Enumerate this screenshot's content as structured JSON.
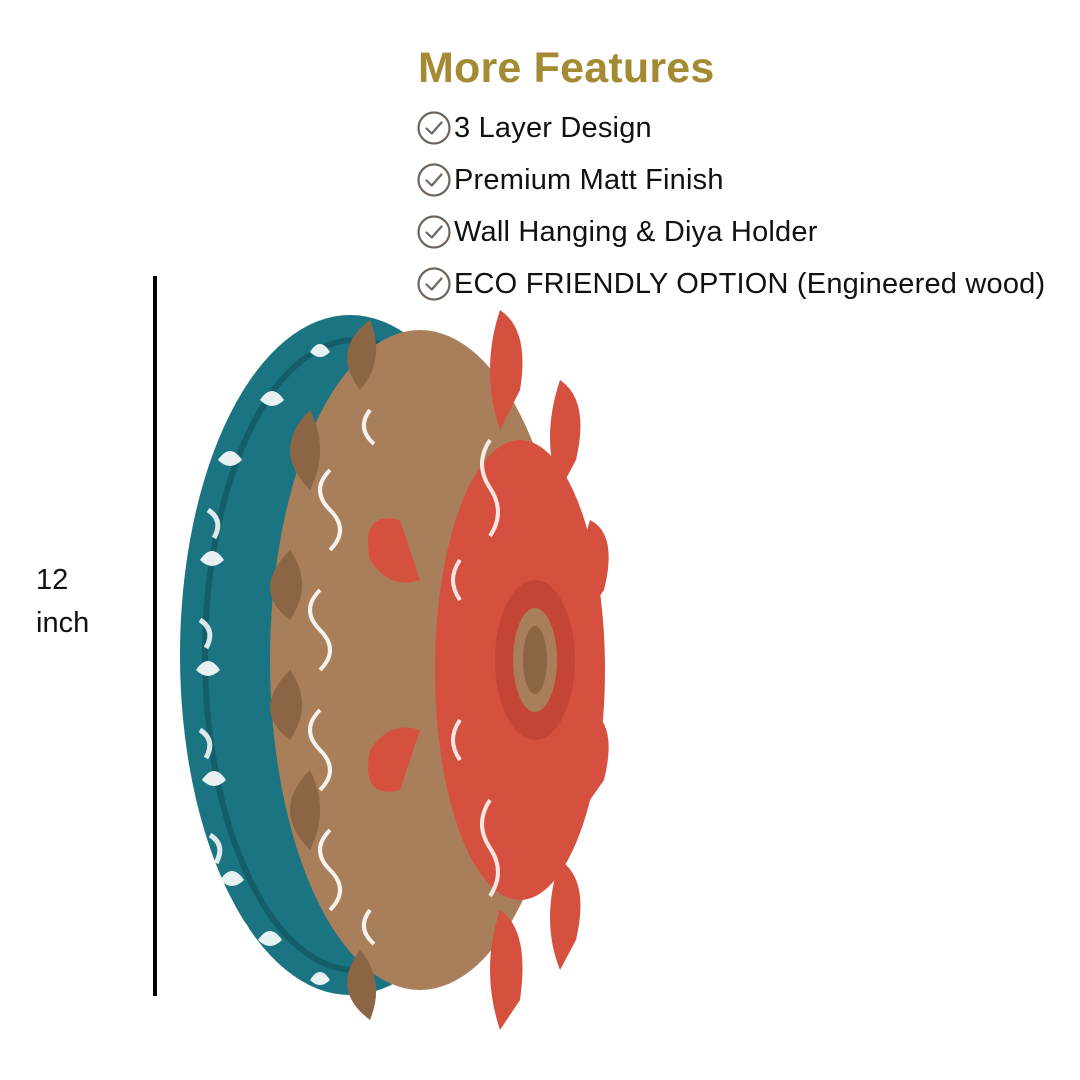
{
  "heading": {
    "text": "More Features",
    "color": "#a48a32"
  },
  "features": [
    {
      "label": "3 Layer Design",
      "icon": "check-circle-icon"
    },
    {
      "label": "Premium Matt Finish",
      "icon": "check-circle-icon"
    },
    {
      "label": "Wall Hanging & Diya Holder",
      "icon": "check-circle-icon"
    },
    {
      "label": "ECO FRIENDLY OPTION (Engineered wood)",
      "icon": "check-circle-icon"
    }
  ],
  "dimension": {
    "value": "12",
    "unit": "inch"
  },
  "colors": {
    "icon": "#6f645c",
    "teal_layer": "#1a7482",
    "wood_layer": "#a97e5a",
    "red_layer": "#d6503f"
  }
}
